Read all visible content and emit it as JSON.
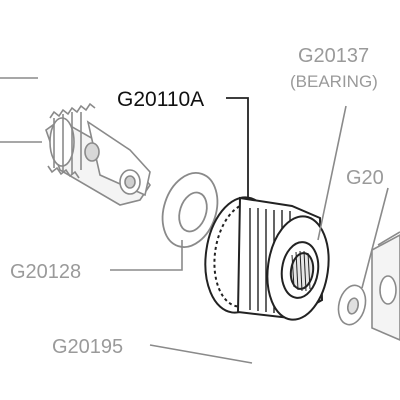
{
  "labels": {
    "g20110a": "G20110A",
    "g20137": "G20137",
    "bearing": "(BEARING)",
    "g20_partial": "G20",
    "g20128": "G20128",
    "g20195": "G20195"
  },
  "colors": {
    "highlight": "#111111",
    "muted": "#9a9a9a",
    "part_outline": "#777777",
    "leader_dark": "#222222"
  }
}
